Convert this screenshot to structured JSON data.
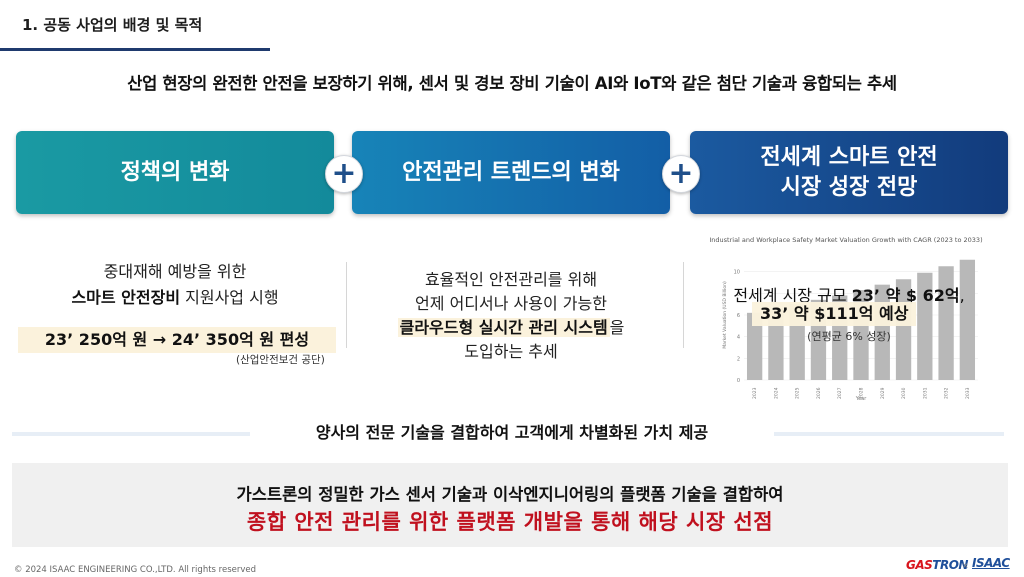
{
  "header": {
    "section_title": "1. 공동 사업의 배경 및 목적",
    "headline": "산업 현장의 완전한 안전을 보장하기 위해, 센서 및 경보 장비 기술이 AI와 IoT와 같은 첨단 기술과 융합되는 추세"
  },
  "cards": [
    {
      "label": "정책의 변화"
    },
    {
      "label": "안전관리 트렌드의 변화"
    },
    {
      "label": "전세계 스마트 안전\n시장 성장 전망"
    }
  ],
  "plus_symbol": "+",
  "col1": {
    "line1": "중대재해 예방을 위한",
    "line2_bold": "스마트 안전장비",
    "line2_rest": " 지원사업 시행",
    "highlight": "23’ 250억 원 → 24’ 350억 원 편성",
    "source": "(산업안전보건 공단)"
  },
  "col2": {
    "line1": "효율적인 안전관리를 위해",
    "line2": "언제 어디서나 사용이 가능한",
    "line3_bold": "클라우드형 실시간 관리 시스템",
    "line3_rest": "을",
    "line4": "도입하는 추세"
  },
  "col3": {
    "line1_pre": "전세계 시장 규모 ",
    "line1_bold": "23’ 약 $ 62억",
    "line1_post": ",",
    "line2": "33’ 약 $111억 예상",
    "line3": "(연평균 6% 성장)"
  },
  "chart_data": {
    "type": "bar",
    "title": "Industrial and Workplace Safety Market Valuation Growth with CAGR (2023 to 2033)",
    "xlabel": "Year",
    "ylabel": "Market Valuation (USD Billion)",
    "categories": [
      "2023",
      "2024",
      "2025",
      "2026",
      "2027",
      "2028",
      "2029",
      "2030",
      "2031",
      "2032",
      "2033"
    ],
    "values": [
      6.2,
      6.6,
      7.0,
      7.4,
      7.8,
      8.3,
      8.8,
      9.3,
      9.9,
      10.5,
      11.1
    ],
    "ylim": [
      0,
      12
    ],
    "yticks": [
      0,
      2,
      4,
      6,
      8,
      10
    ],
    "bar_color": "#b8b8b8",
    "grid": true
  },
  "value_banner": "양사의 전문 기술을 결합하여 고객에게 차별화된 가치 제공",
  "bottom": {
    "line1": "가스트론의 정밀한 가스 센서 기술과 이삭엔지니어링의 플랫폼 기술을 결합하여",
    "line2": "종합 안전 관리를 위한 플랫폼 개발을 통해 해당 시장 선점"
  },
  "footer": {
    "copyright": "© 2024 ISAAC ENGINEERING CO.,LTD. All rights reserved",
    "logo_gas_part1": "GAS",
    "logo_gas_part2": "TRON",
    "logo_separator": "×",
    "logo_isaac": "ISAAC"
  },
  "colors": {
    "accent_navy": "#1f3a6e",
    "highlight_bg": "#fbf2dc",
    "emphasis_red": "#c0101e"
  }
}
